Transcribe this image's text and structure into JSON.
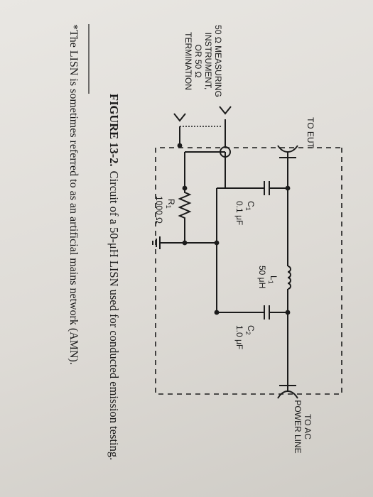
{
  "diagram": {
    "labels": {
      "to_eut": "TO EUT",
      "to_ac_line1": "TO AC",
      "to_ac_line2": "POWER LINE",
      "measuring_line1": "50 Ω MEASURING",
      "measuring_line2": "INSTRUMENT,",
      "measuring_line3": "OR 50 Ω",
      "measuring_line4": "TERMINATION",
      "l1_name": "L",
      "l1_sub": "1",
      "l1_value": "50 μH",
      "c1_name": "C",
      "c1_sub": "1",
      "c1_value": "0.1 μF",
      "c2_name": "C",
      "c2_sub": "2",
      "c2_value": "1.0 μF",
      "r1_name": "R",
      "r1_sub": "1",
      "r1_value": "1000 Ω"
    }
  },
  "caption": {
    "figure_label": "FIGURE 13-2.",
    "text": "Circuit of a 50-μH LISN used for conducted emission testing."
  },
  "footnote": {
    "text": "*The LISN is sometimes referred to as an artificial mains network (AMN)."
  }
}
